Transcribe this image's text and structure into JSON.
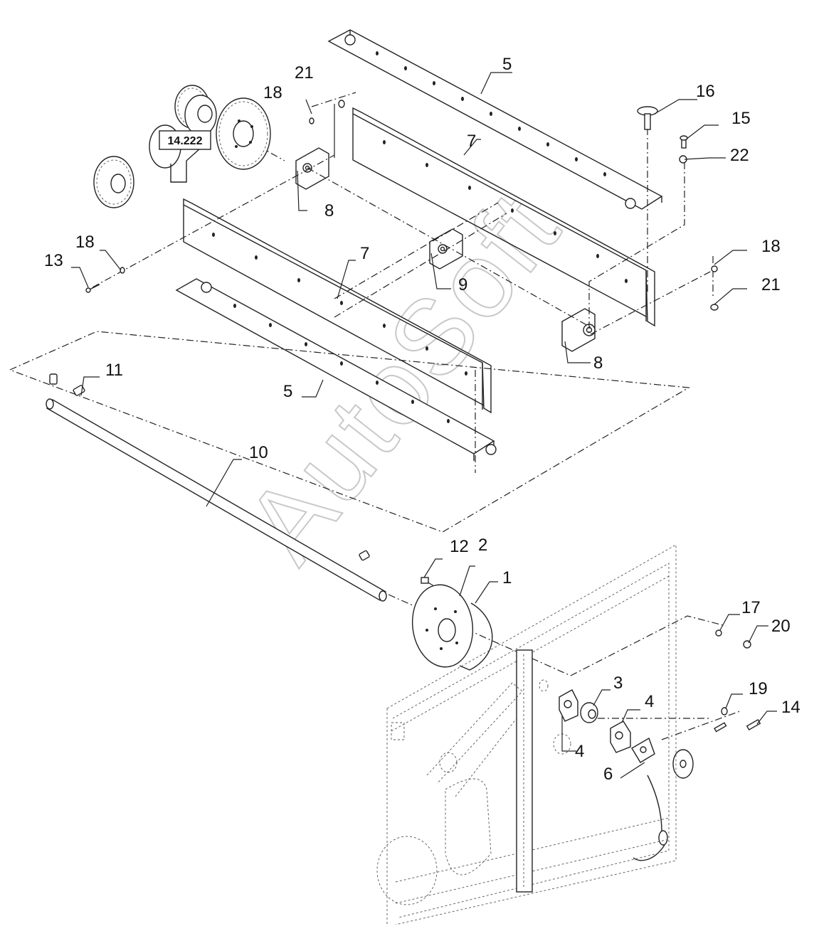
{
  "watermark": "AutoSoft",
  "reference_box": "14.222",
  "callouts": {
    "c1": "1",
    "c2": "2",
    "c3": "3",
    "c4a": "4",
    "c4b": "4",
    "c5a": "5",
    "c5b": "5",
    "c6": "6",
    "c7a": "7",
    "c7b": "7",
    "c8a": "8",
    "c8b": "8",
    "c9": "9",
    "c10": "10",
    "c11": "11",
    "c12": "12",
    "c13": "13",
    "c14": "14",
    "c15": "15",
    "c16": "16",
    "c17": "17",
    "c18a": "18",
    "c18b": "18",
    "c18c": "18",
    "c19": "19",
    "c20": "20",
    "c21a": "21",
    "c21b": "21",
    "c22": "22"
  },
  "colors": {
    "line": "#222222",
    "watermark": "#c8c8c8",
    "background": "#ffffff"
  }
}
